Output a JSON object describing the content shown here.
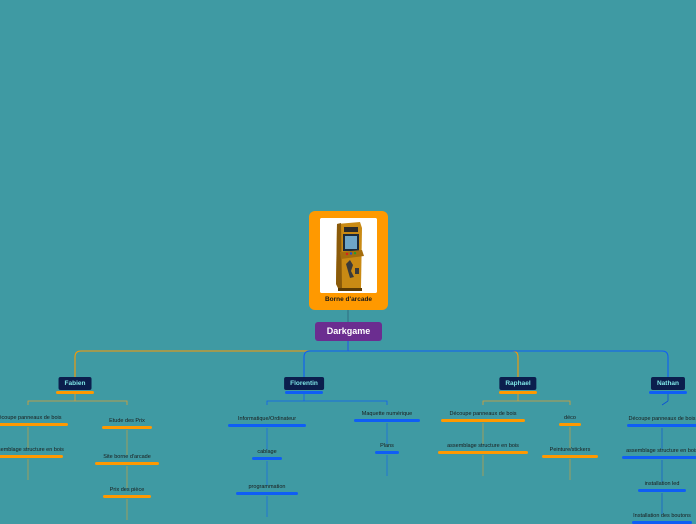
{
  "central_image": {
    "caption": "Borne d'arcade",
    "icon": "arcade-cabinet-icon"
  },
  "root": {
    "label": "Darkgame"
  },
  "colors": {
    "background": "#3f9aa3",
    "orange": "#ff9900",
    "blue": "#0f5ef5",
    "purple": "#6b2d90",
    "name_bg": "#0b1e4d",
    "name_text": "#7fe6e6"
  },
  "branches": [
    {
      "name": "Fabien",
      "color": "orange",
      "columns": [
        [
          "Découpe panneaux de bois",
          "assemblage structure en bois"
        ],
        [
          "Etude des Prix",
          "Site borne d'arcade",
          "Prix des pièce"
        ]
      ]
    },
    {
      "name": "Florentin",
      "color": "blue",
      "columns": [
        [
          "Informatique/Ordinateur",
          "cablage",
          "programmation"
        ],
        [
          "Maquette numérique",
          "Plans"
        ]
      ]
    },
    {
      "name": "Raphael",
      "color": "orange",
      "columns": [
        [
          "Découpe panneaux de bois",
          "assemblage structure en bois"
        ],
        [
          "déco",
          "Peinture/stickers"
        ]
      ]
    },
    {
      "name": "Nathan",
      "color": "blue",
      "columns": [
        [
          "Découpe panneaux de bois",
          "assemblage structure en bois",
          "installation led",
          "Installation des boutons"
        ]
      ]
    }
  ]
}
